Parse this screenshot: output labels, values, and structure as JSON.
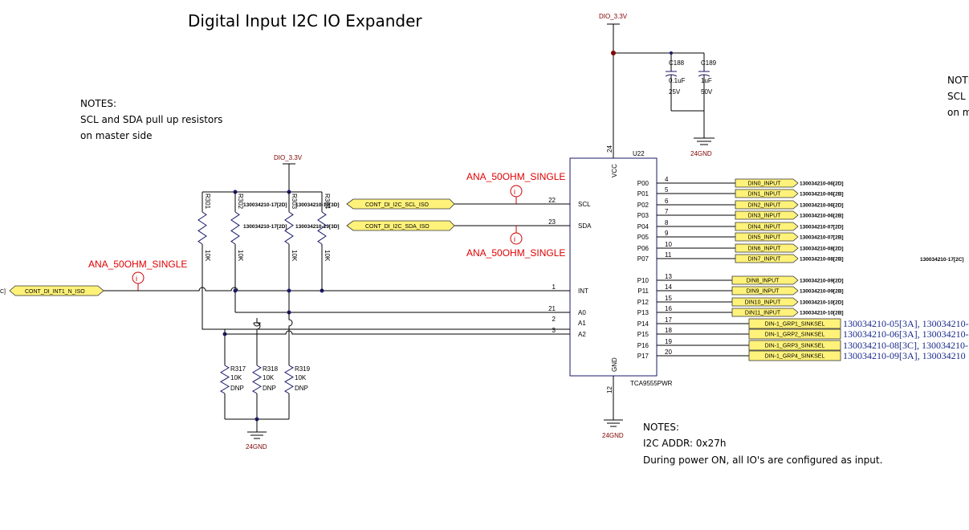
{
  "title": "Digital Input I2C IO Expander",
  "notes": {
    "left_heading": "NOTES:",
    "left_line1": "SCL and SDA pull up resistors",
    "left_line2": "on master side",
    "bottom_heading": "NOTES:",
    "bottom_line1": "I2C ADDR: 0x27h",
    "bottom_line2": "During power ON, all IO's are configured as input.",
    "right_heading": "NOTE",
    "right_line1": "SCL a",
    "right_line2": "on m"
  },
  "power": {
    "top_rail": "DIO_3.3V",
    "mid_rail": "DIO_3.3V",
    "gnd_cap": "24GND",
    "gnd_ic": "24GND",
    "gnd_res": "24GND"
  },
  "nets": {
    "ana_scl": "ANA_50OHM_SINGLE",
    "ana_sda": "ANA_50OHM_SINGLE",
    "ana_int": "ANA_50OHM_SINGLE",
    "scl_flag": "CONT_DI_I2C_SCL_ISO",
    "sda_flag": "CONT_DI_I2C_SDA_ISO",
    "int_flag": "CONT_DI_INT1_N_ISO",
    "int_flag_prefix": "C]",
    "scl_xref": "130034210-17[2D]",
    "scl_xref2": "130034210-19[3D]",
    "sda_xref": "130034210-17[2D]",
    "sda_xref2": "130034210-19[3D]",
    "right_xref": "130034210-17[2C]"
  },
  "caps": [
    {
      "ref": "C188",
      "value": "0.1uF",
      "voltage": "25V"
    },
    {
      "ref": "C189",
      "value": "1uF",
      "voltage": "50V"
    }
  ],
  "pullups": [
    {
      "ref": "R301",
      "value": "10K"
    },
    {
      "ref": "R302",
      "value": "10K"
    },
    {
      "ref": "R303",
      "value": "10K"
    },
    {
      "ref": "R304",
      "value": "10K"
    }
  ],
  "addr_res": [
    {
      "ref": "R317",
      "value": "10K",
      "note": "DNP"
    },
    {
      "ref": "R318",
      "value": "10K",
      "note": "DNP"
    },
    {
      "ref": "R319",
      "value": "10K",
      "note": "DNP"
    }
  ],
  "ic": {
    "ref": "U22",
    "part": "TCA9555PWR",
    "vcc": "VCC",
    "vcc_pin": "24",
    "gnd": "GND",
    "gnd_pin": "12",
    "left_pins": [
      {
        "num": "22",
        "name": "SCL"
      },
      {
        "num": "23",
        "name": "SDA"
      },
      {
        "num": "1",
        "name": "INT"
      },
      {
        "num": "21",
        "name": "A0"
      },
      {
        "num": "2",
        "name": "A1"
      },
      {
        "num": "3",
        "name": "A2"
      }
    ],
    "right_pins": [
      {
        "num": "4",
        "name": "P00",
        "net": "DIN0_INPUT",
        "xref": "130034210-06[2D]"
      },
      {
        "num": "5",
        "name": "P01",
        "net": "DIN1_INPUT",
        "xref": "130034210-06[2B]"
      },
      {
        "num": "6",
        "name": "P02",
        "net": "DIN2_INPUT",
        "xref": "130034210-06[2D]"
      },
      {
        "num": "7",
        "name": "P03",
        "net": "DIN3_INPUT",
        "xref": "130034210-06[2B]"
      },
      {
        "num": "8",
        "name": "P04",
        "net": "DIN4_INPUT",
        "xref": "130034210-07[2D]"
      },
      {
        "num": "9",
        "name": "P05",
        "net": "DIN5_INPUT",
        "xref": "130034210-07[2B]"
      },
      {
        "num": "10",
        "name": "P06",
        "net": "DIN6_INPUT",
        "xref": "130034210-08[2D]"
      },
      {
        "num": "11",
        "name": "P07",
        "net": "DIN7_INPUT",
        "xref": "130034210-08[2B]"
      },
      {
        "num": "13",
        "name": "P10",
        "net": "DIN8_INPUT",
        "xref": "130034210-09[2D]"
      },
      {
        "num": "14",
        "name": "P11",
        "net": "DIN9_INPUT",
        "xref": "130034210-09[2B]"
      },
      {
        "num": "15",
        "name": "P12",
        "net": "DIN10_INPUT",
        "xref": "130034210-10[2D]"
      },
      {
        "num": "16",
        "name": "P13",
        "net": "DIN11_INPUT",
        "xref": "130034210-10[2B]"
      },
      {
        "num": "17",
        "name": "P14",
        "net": "DIN-1_GRP1_SINKSEL",
        "xref": "130034210-05[3A], 130034210-"
      },
      {
        "num": "18",
        "name": "P15",
        "net": "DIN-1_GRP2_SINKSEL",
        "xref": "130034210-06[3A], 130034210-"
      },
      {
        "num": "19",
        "name": "P16",
        "net": "DIN-1_GRP3_SINKSEL",
        "xref": "130034210-08[3C], 130034210-"
      },
      {
        "num": "20",
        "name": "P17",
        "net": "DIN-1_GRP4_SINKSEL",
        "xref": "130034210-09[3A], 130034210"
      }
    ]
  }
}
